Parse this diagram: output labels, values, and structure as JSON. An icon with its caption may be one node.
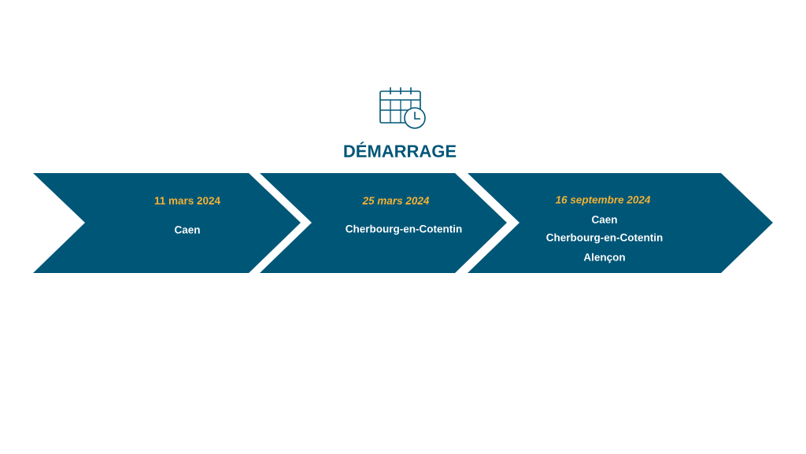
{
  "diagram": {
    "title": "DÉMARRAGE",
    "nodes": [
      {
        "text": [
          "11 mars 2024",
          "Caen"
        ]
      },
      {
        "text": [
          "25 mars 2024",
          "Cherbourg-en-Cotentin"
        ]
      },
      {
        "text": [
          "16 septembre 2024",
          "Caen",
          "Cherbourg-en-Cotentin",
          "Alençon"
        ]
      }
    ]
  }
}
